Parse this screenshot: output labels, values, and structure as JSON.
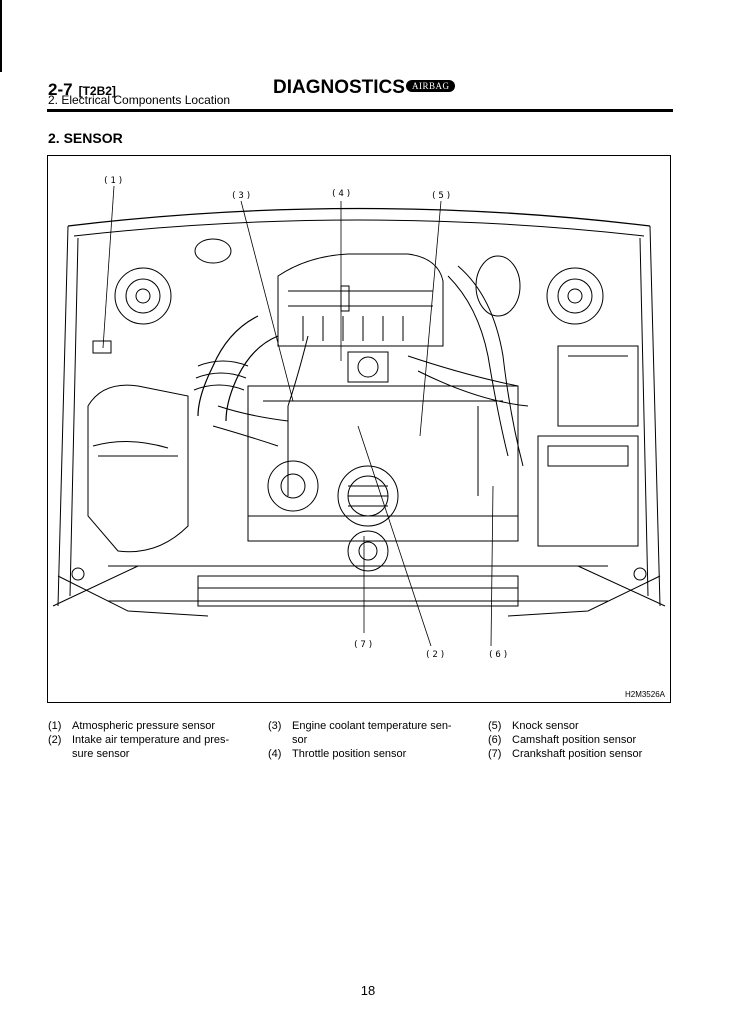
{
  "header": {
    "code": "2-7",
    "code_sub": "[T2B2]",
    "title": "DIAGNOSTICS",
    "badge": "AIRBAG",
    "subtitle": "2.  Electrical Components Location"
  },
  "section_title": "2.  SENSOR",
  "figure": {
    "code": "H2M3526A",
    "callouts": [
      "(1)",
      "(3)",
      "(4)",
      "(5)",
      "(7)",
      "(2)",
      "(6)"
    ]
  },
  "legend": [
    {
      "num": "(1)",
      "text": "Atmospheric pressure sensor"
    },
    {
      "num": "(2)",
      "text": "Intake air temperature and pres-",
      "text2": "sure sensor"
    },
    {
      "num": "(3)",
      "text": "Engine coolant temperature sen-",
      "text2": "sor"
    },
    {
      "num": "(4)",
      "text": "Throttle position sensor"
    },
    {
      "num": "(5)",
      "text": "Knock sensor"
    },
    {
      "num": "(6)",
      "text": "Camshaft position sensor"
    },
    {
      "num": "(7)",
      "text": "Crankshaft position sensor"
    }
  ],
  "page_number": "18"
}
